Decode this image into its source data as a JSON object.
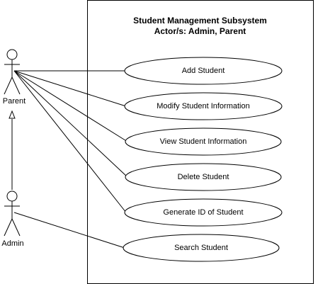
{
  "subsystem": {
    "title_line_1": "Student Management Subsystem",
    "title_line_2": "Actor/s: Admin, Parent"
  },
  "actors": {
    "parent": {
      "label": "Parent"
    },
    "admin": {
      "label": "Admin"
    }
  },
  "use_cases": [
    {
      "label": "Add Student"
    },
    {
      "label": "Modify Student Information"
    },
    {
      "label": "View Student Information"
    },
    {
      "label": "Delete Student"
    },
    {
      "label": "Generate ID of Student"
    },
    {
      "label": "Search Student"
    }
  ]
}
